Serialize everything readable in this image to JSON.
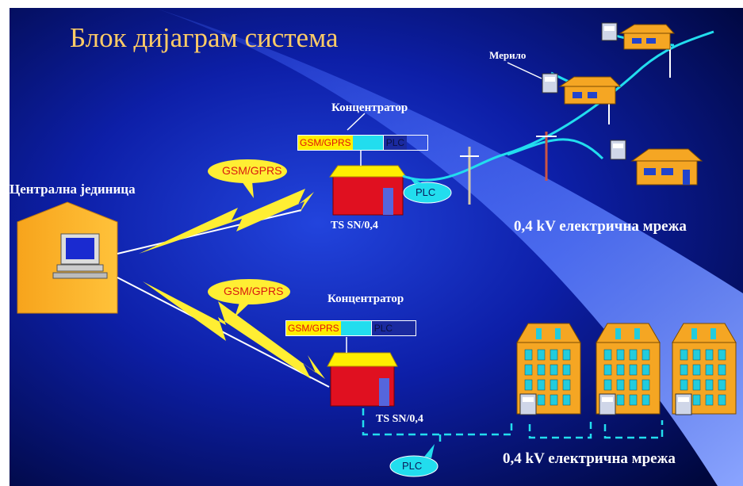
{
  "title": "Блок дијаграм система",
  "central_unit": "Централна јединица",
  "concentrator_top": "Концентратор",
  "concentrator_bottom": "Концентратор",
  "meter": "Мерило",
  "gsm_gprs": "GSM/GPRS",
  "plc": "PLC",
  "ts_top": "TS SN/0,4",
  "ts_bottom": "TS SN/0,4",
  "network_top": "0,4 kV електрична мрежа",
  "network_bottom": "0,4 kV електрична мрежа",
  "colors": {
    "bg_dark": "#000a55",
    "bg_mid": "#1b3bd8",
    "title": "#ffcc66",
    "cable": "#22ddee",
    "house": "#f5a623",
    "station_red": "#e01020",
    "bolt": "#ffee33"
  }
}
